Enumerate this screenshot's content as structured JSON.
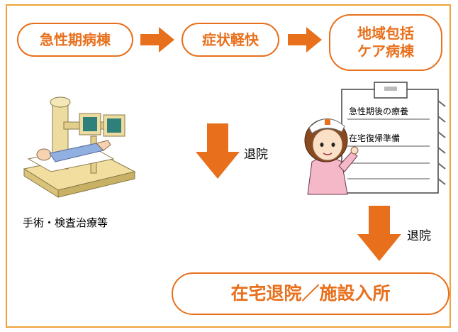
{
  "flow": {
    "acute_ward": "急性期病棟",
    "symptom_relief": "症状軽快",
    "community_care_line1": "地域包括",
    "community_care_line2": "ケア病棟",
    "discharge_destination": "在宅退院／施設入所"
  },
  "labels": {
    "discharge_1": "退院",
    "discharge_2": "退院",
    "surgery_exam": "手術・検査治療等"
  },
  "clipboard": {
    "item_1": "急性期後の療養",
    "item_2": "在宅復帰準備"
  },
  "colors": {
    "accent": "#e8701c",
    "frame": "#f0a23a"
  },
  "icons": {
    "arrows": "orange-arrow-icon",
    "patient": "ct-scanner-patient-icon",
    "nurse": "nurse-icon",
    "clipboard": "clipboard-icon"
  }
}
